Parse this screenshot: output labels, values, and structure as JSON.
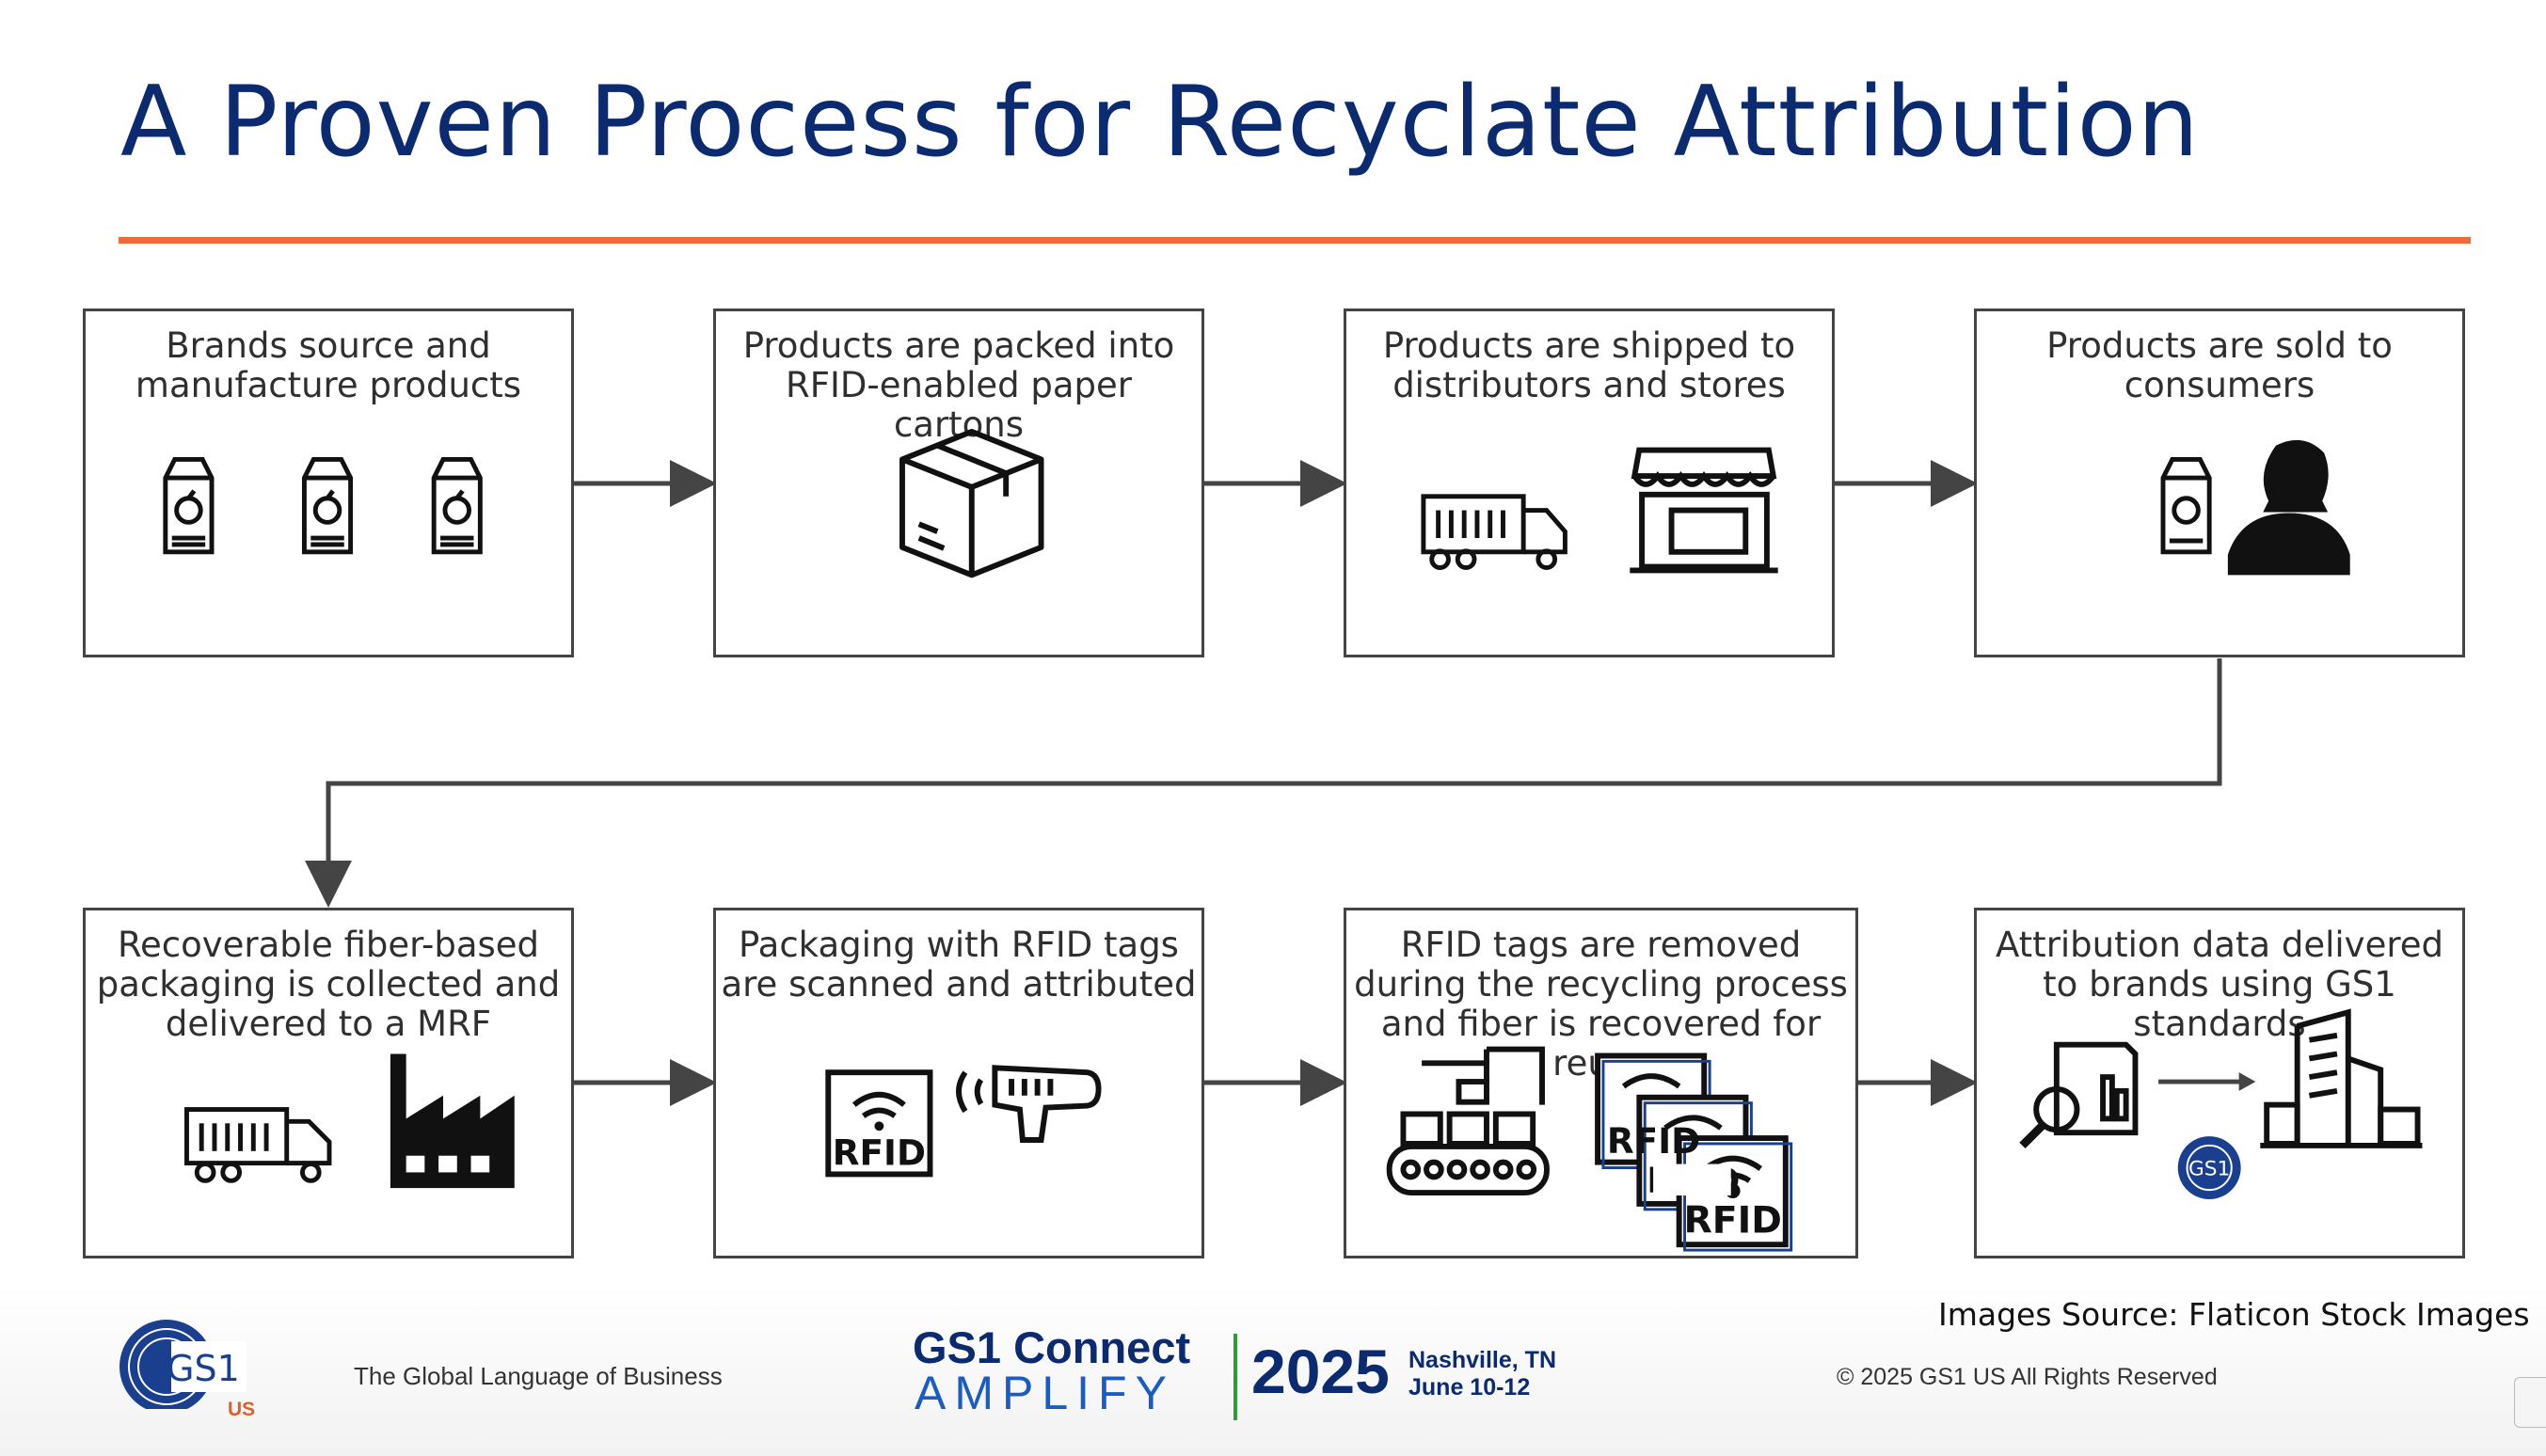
{
  "title": "A Proven Process for Recyclate Attribution",
  "steps": [
    {
      "label": "Brands source and manufacture products"
    },
    {
      "label": "Products are packed into RFID-enabled paper cartons"
    },
    {
      "label": "Products are shipped to distributors and stores"
    },
    {
      "label": "Products are sold to consumers"
    },
    {
      "label": "Recoverable fiber-based packaging is collected and delivered to a MRF"
    },
    {
      "label": "Packaging with RFID tags are scanned and attributed"
    },
    {
      "label": "RFID tags are removed during the recycling process and fiber is recovered for reuse"
    },
    {
      "label": "Attribution data delivered to brands using GS1 standards"
    }
  ],
  "icons": {
    "rfid_text": "RFID",
    "gs1_text": "GS1"
  },
  "footer": {
    "logo_text": "GS1",
    "logo_region": "US",
    "tagline": "The Global Language of Business",
    "event_line1": "GS1 Connect",
    "event_line2": "AMPLIFY",
    "event_year": "2025",
    "event_place": "Nashville, TN",
    "event_dates": "June 10-12",
    "source": "Images Source: Flaticon Stock Images",
    "copyright": "© 2025 GS1 US All Rights Reserved"
  },
  "colors": {
    "title": "#0b2a6f",
    "accent_rule": "#ef6c3a",
    "box_border": "#444444",
    "gs1_blue": "#1b3f8f",
    "gs1_orange": "#e25d2b"
  }
}
